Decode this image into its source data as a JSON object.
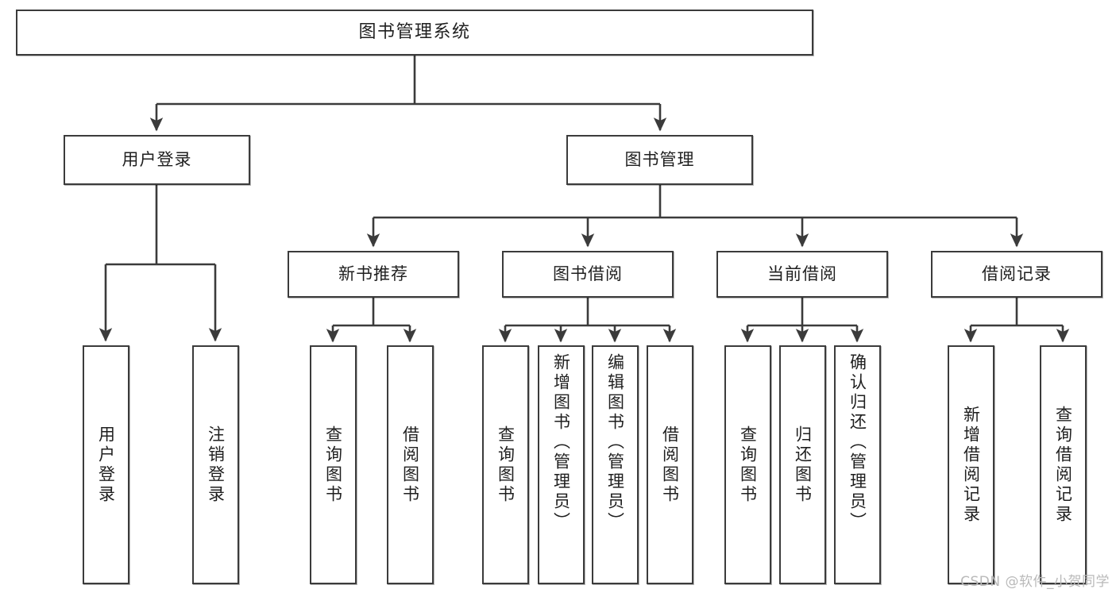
{
  "diagram": {
    "title": "图书管理系统",
    "type": "tree",
    "watermark": "CSDN @软件_小贺同学",
    "colors": {
      "node_border": "#3b3b3b",
      "node_fill": "#ffffff",
      "edge": "#3b3b3b",
      "text": "#1f1f1f",
      "watermark": "#b9b9b9"
    },
    "levels": {
      "level1": [
        "图书管理系统"
      ],
      "level2": [
        "用户登录",
        "图书管理"
      ],
      "level3": [
        "新书推荐",
        "图书借阅",
        "当前借阅",
        "借阅记录"
      ],
      "level4": [
        "用户登录",
        "注销登录",
        "查询图书",
        "借阅图书",
        "查询图书",
        "新增图书（管理员）",
        "编辑图书（管理员）",
        "借阅图书",
        "查询图书",
        "归还图书",
        "确认归还（管理员）",
        "新增借阅记录",
        "查询借阅记录"
      ]
    },
    "nodes": {
      "root": {
        "label": "图书管理系统"
      },
      "user_login": {
        "label": "用户登录"
      },
      "book_manage": {
        "label": "图书管理"
      },
      "new_book_rec": {
        "label": "新书推荐"
      },
      "book_borrow": {
        "label": "图书借阅"
      },
      "current_borrow": {
        "label": "当前借阅"
      },
      "borrow_record": {
        "label": "借阅记录"
      },
      "leaf_user_login": {
        "label": "用户登录"
      },
      "leaf_logout": {
        "label": "注销登录"
      },
      "leaf_query_book_1": {
        "label": "查询图书"
      },
      "leaf_borrow_book_1": {
        "label": "借阅图书"
      },
      "leaf_query_book_2": {
        "label": "查询图书"
      },
      "leaf_add_book_admin": {
        "label": "新增图书（管理员）"
      },
      "leaf_edit_book_admin": {
        "label": "编辑图书（管理员）"
      },
      "leaf_borrow_book_2": {
        "label": "借阅图书"
      },
      "leaf_query_book_3": {
        "label": "查询图书"
      },
      "leaf_return_book": {
        "label": "归还图书"
      },
      "leaf_confirm_return_admin": {
        "label": "确认归还（管理员）"
      },
      "leaf_add_borrow_record": {
        "label": "新增借阅记录"
      },
      "leaf_query_borrow_record": {
        "label": "查询借阅记录"
      }
    },
    "edges": [
      {
        "from": "图书管理系统",
        "to": "用户登录"
      },
      {
        "from": "图书管理系统",
        "to": "图书管理"
      },
      {
        "from": "用户登录",
        "to": "用户登录"
      },
      {
        "from": "用户登录",
        "to": "注销登录"
      },
      {
        "from": "图书管理",
        "to": "新书推荐"
      },
      {
        "from": "图书管理",
        "to": "图书借阅"
      },
      {
        "from": "图书管理",
        "to": "当前借阅"
      },
      {
        "from": "图书管理",
        "to": "借阅记录"
      },
      {
        "from": "新书推荐",
        "to": "查询图书"
      },
      {
        "from": "新书推荐",
        "to": "借阅图书"
      },
      {
        "from": "图书借阅",
        "to": "查询图书"
      },
      {
        "from": "图书借阅",
        "to": "新增图书（管理员）"
      },
      {
        "from": "图书借阅",
        "to": "编辑图书（管理员）"
      },
      {
        "from": "图书借阅",
        "to": "借阅图书"
      },
      {
        "from": "当前借阅",
        "to": "查询图书"
      },
      {
        "from": "当前借阅",
        "to": "归还图书"
      },
      {
        "from": "当前借阅",
        "to": "确认归还（管理员）"
      },
      {
        "from": "借阅记录",
        "to": "新增借阅记录"
      },
      {
        "from": "借阅记录",
        "to": "查询借阅记录"
      }
    ]
  }
}
